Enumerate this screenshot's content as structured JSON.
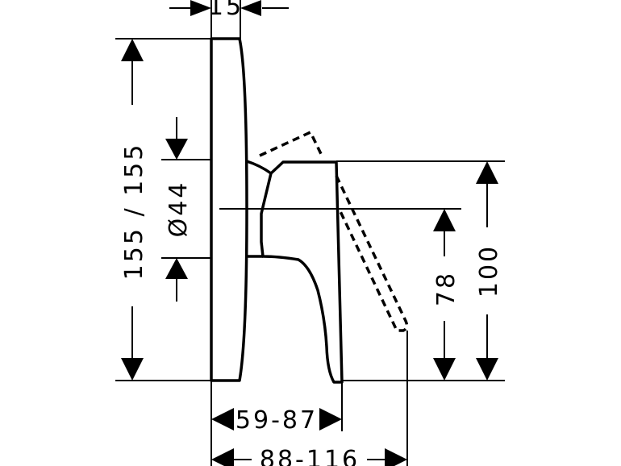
{
  "diagram": {
    "dimensions": {
      "top_width": "15",
      "plate_height": "155 / 155",
      "diameter": "Ø44",
      "lever_height_total": "100",
      "lever_height_axis": "78",
      "depth_body": "59-87",
      "depth_total": "88-116"
    }
  }
}
